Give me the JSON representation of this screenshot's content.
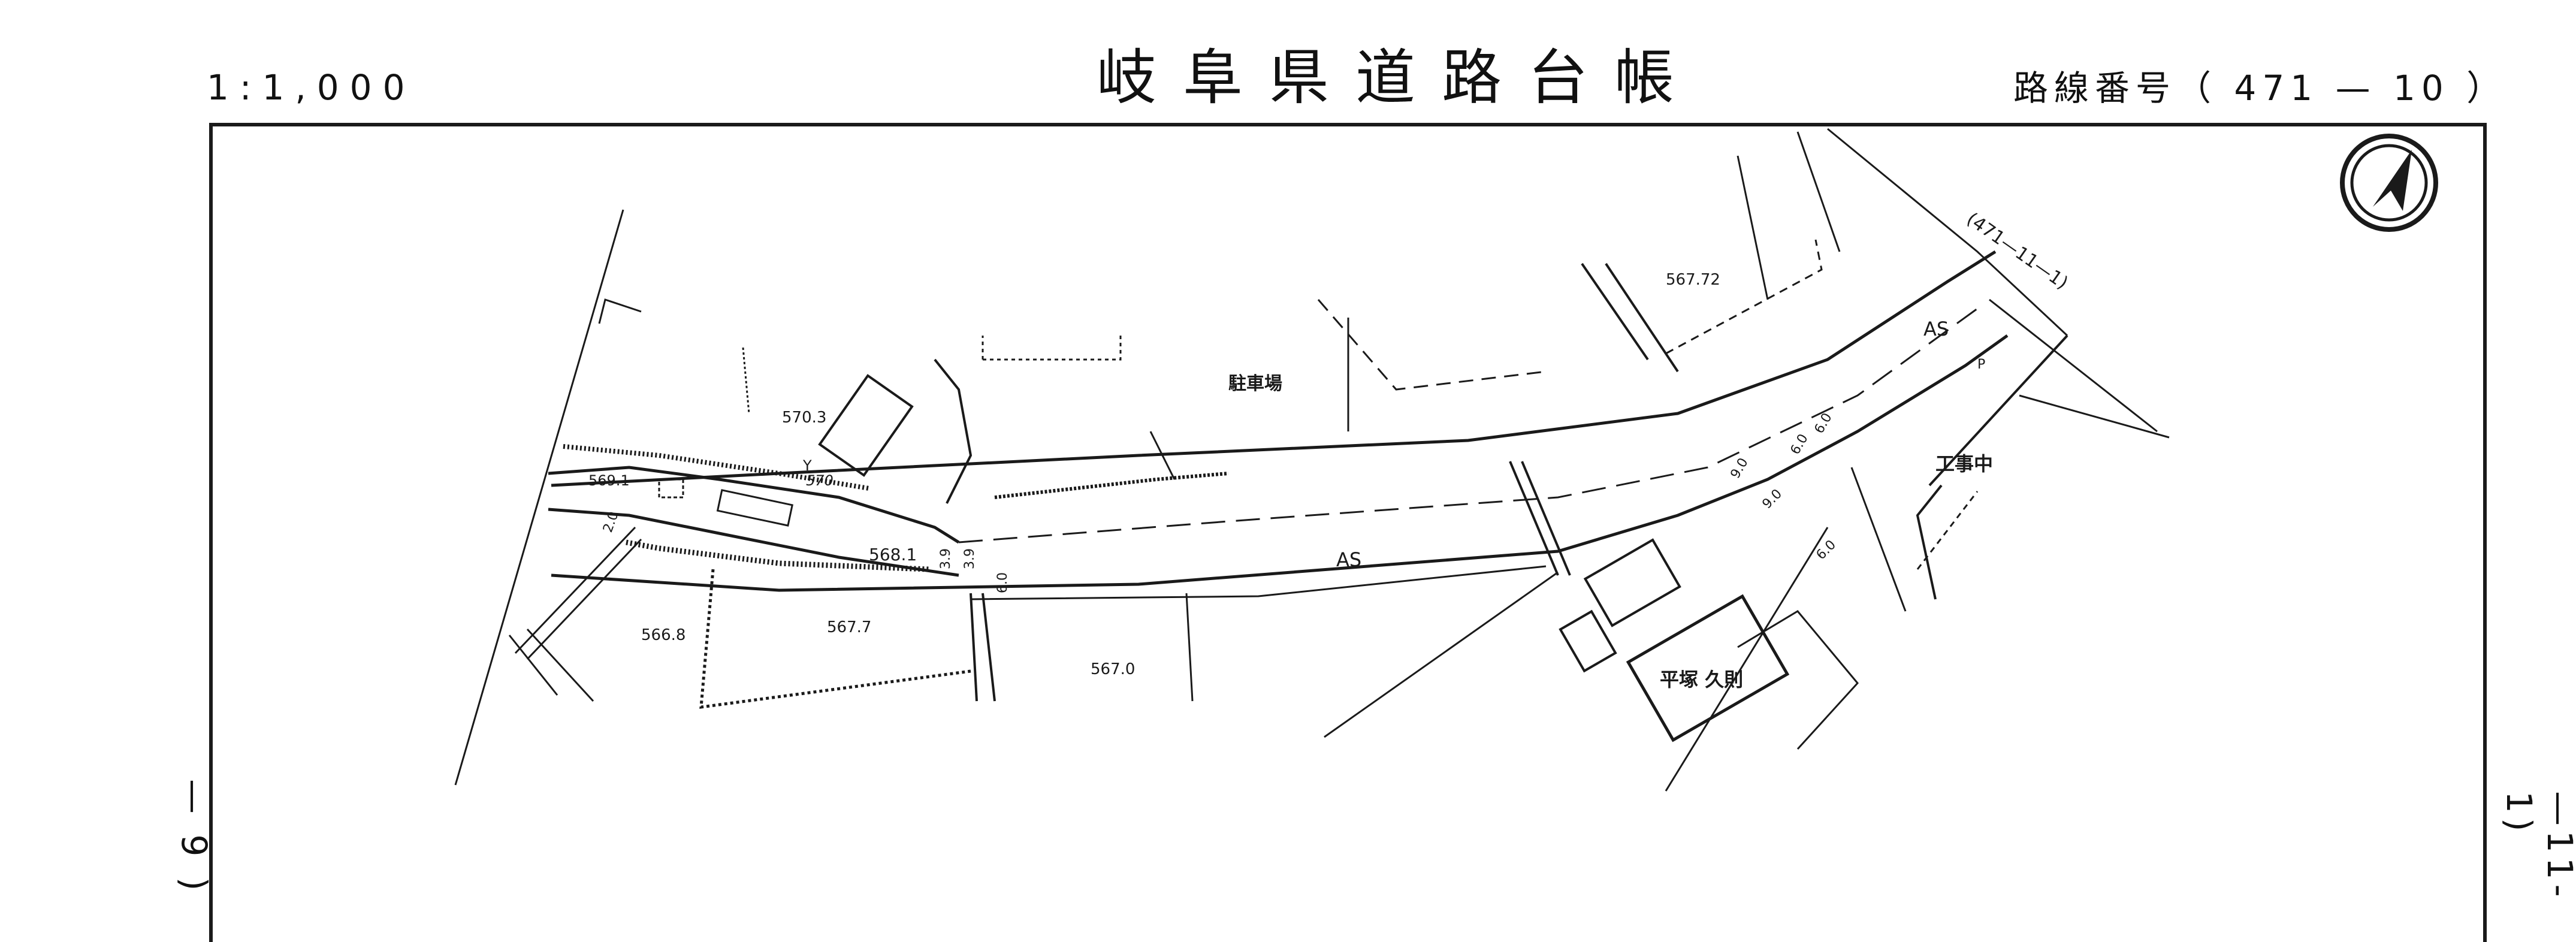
{
  "header": {
    "scale": "1:1,000",
    "title": "岐阜県道路台帳",
    "route_number": "路線番号（ 471 — 10 ）"
  },
  "margins": {
    "left_link": "— 9 )",
    "right_link": "—11-1)"
  },
  "map": {
    "road_labels": [
      "AS",
      "AS"
    ],
    "connection_label": "(471—11—1)",
    "places": [
      "駐車場",
      "工事中",
      "平塚 久則"
    ],
    "elevations": [
      "570.3",
      "570",
      "569.1",
      "568.1",
      "566.8",
      "567.7",
      "567.0",
      "567.72"
    ],
    "widths": [
      "2.0",
      "3.9",
      "3.9",
      "6.0",
      "6.0",
      "6.0",
      "9.0",
      "9.0",
      "6.0"
    ],
    "small_marks": [
      "P",
      "Y"
    ],
    "colors": {
      "line": "#1a1a1a",
      "paper": "#ffffff"
    },
    "icons": [
      "north-arrow-icon"
    ]
  }
}
